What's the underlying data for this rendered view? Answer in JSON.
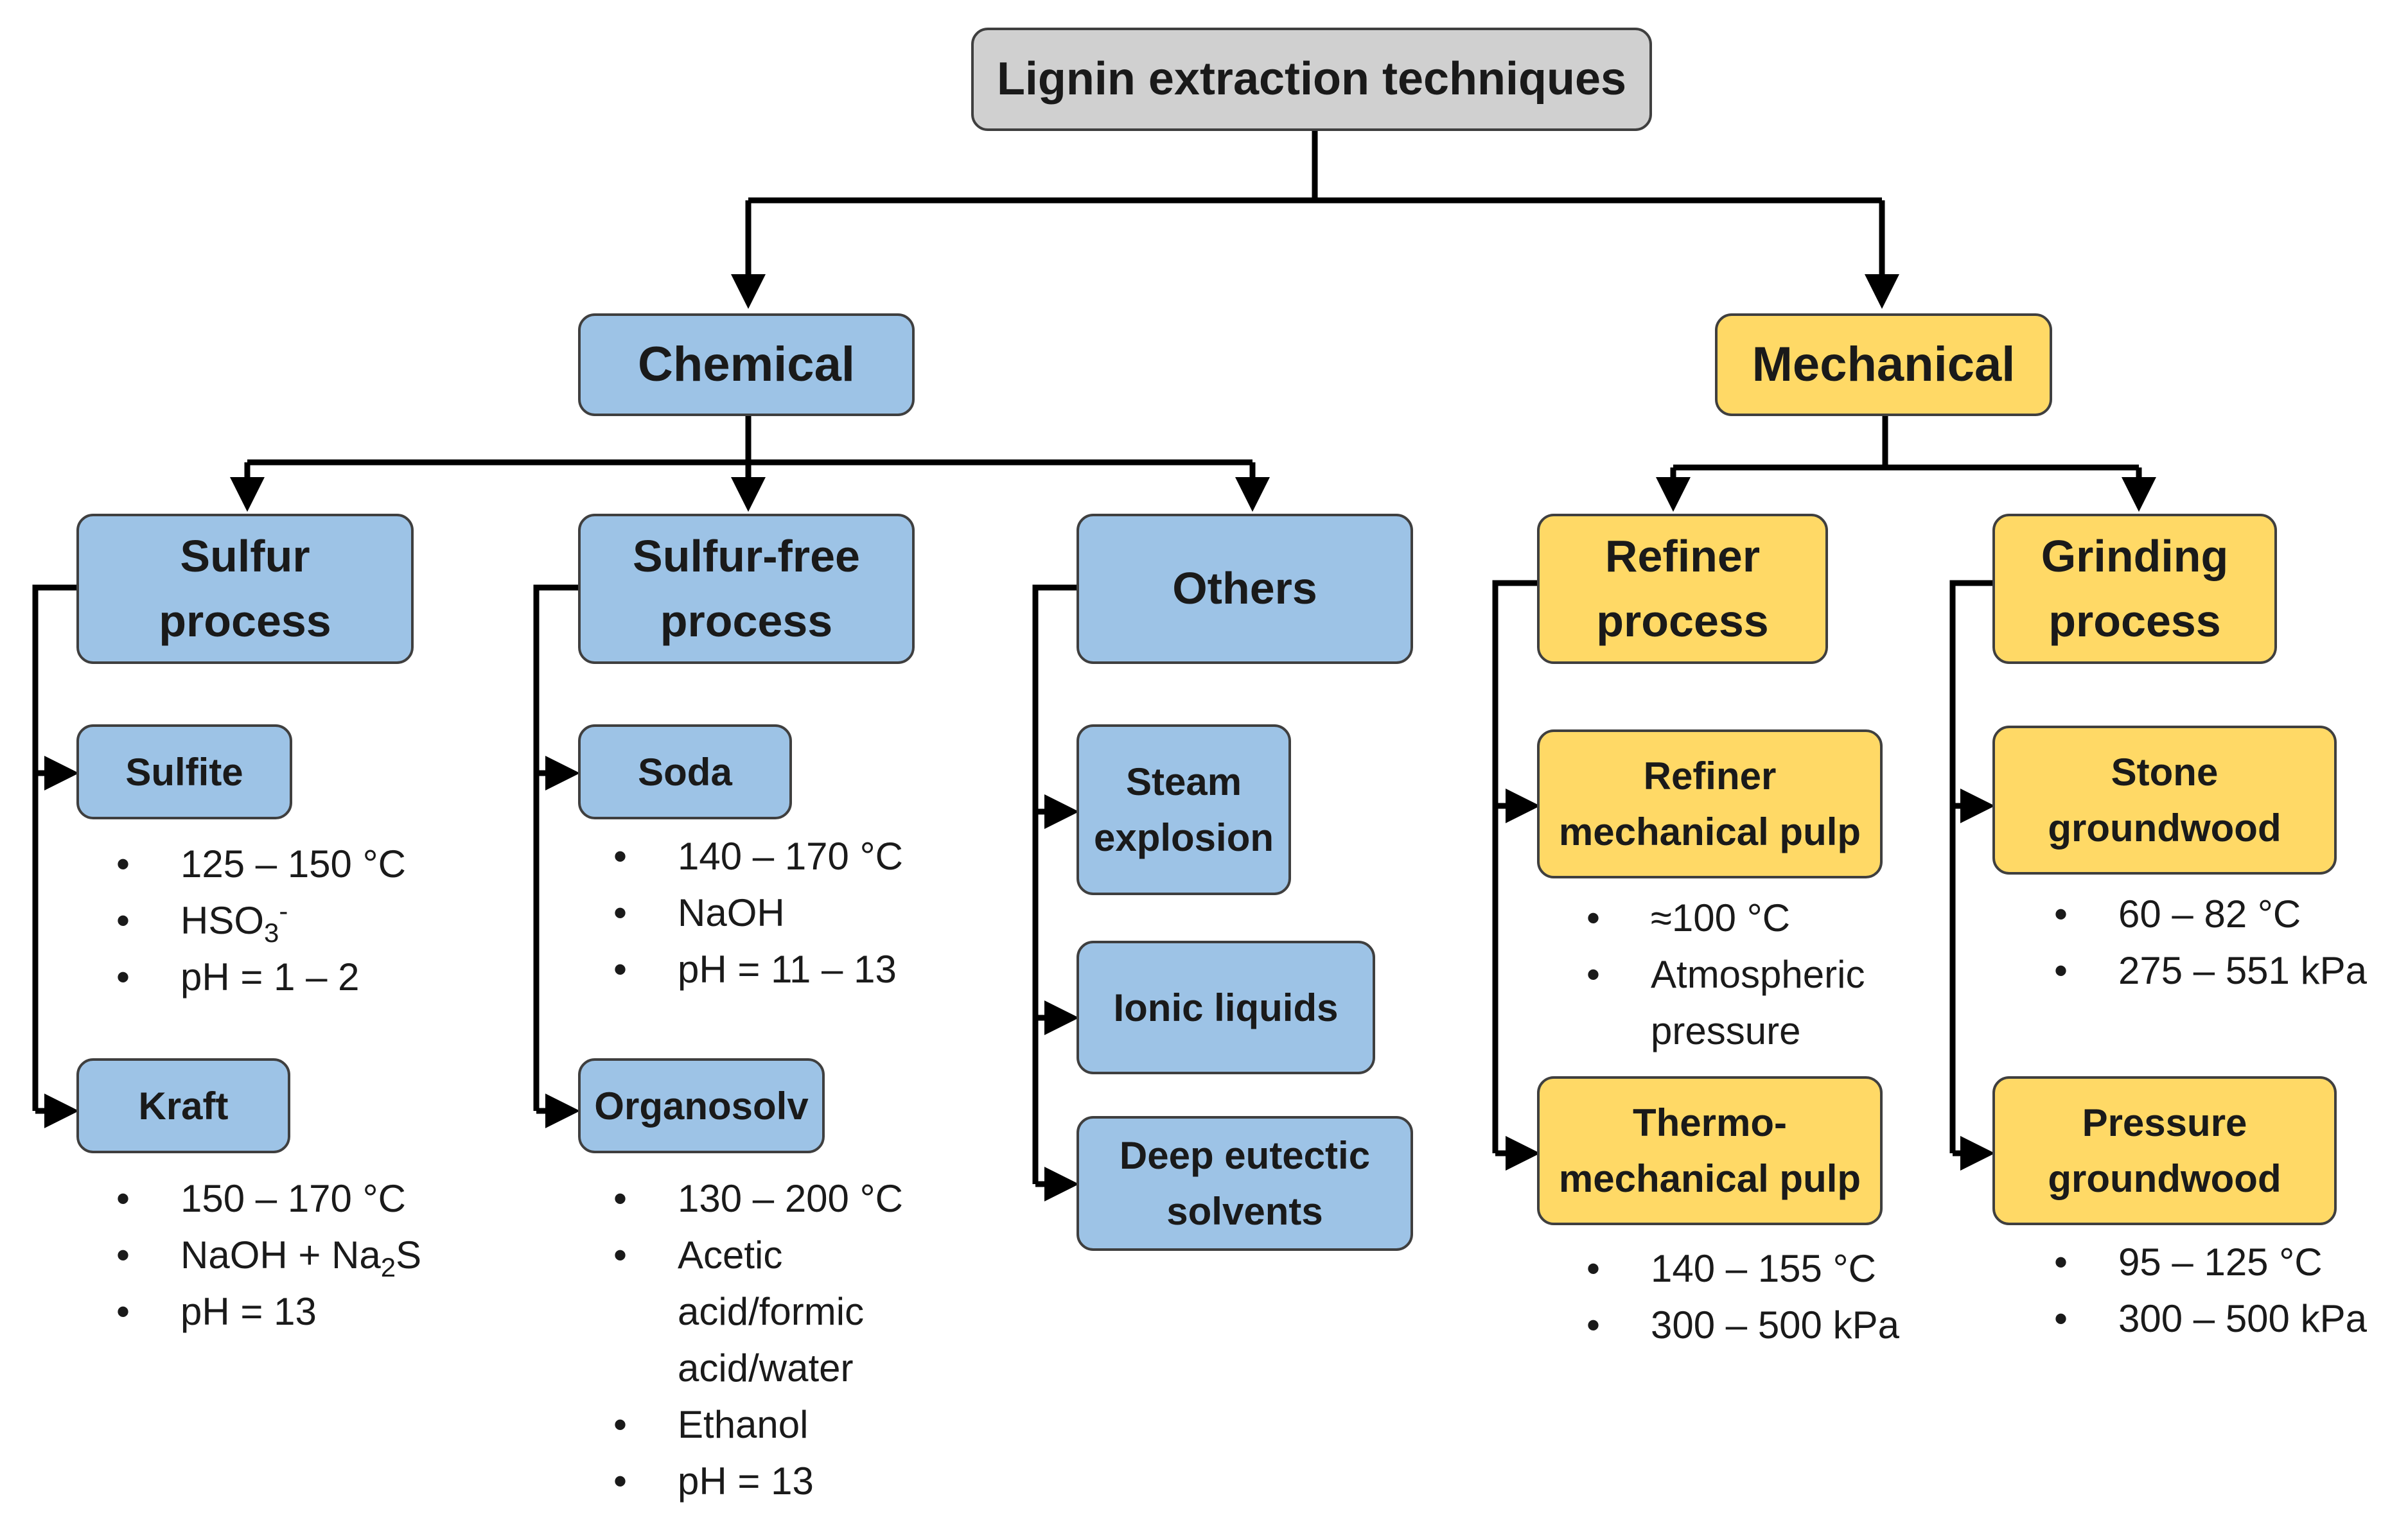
{
  "root": {
    "label": "Lignin extraction techniques"
  },
  "chemical": {
    "label": "Chemical",
    "sulfur": {
      "label_line1": "Sulfur",
      "label_line2": "process",
      "sulfite": {
        "label": "Sulfite",
        "b1": "125 – 150 °C",
        "b2_main": "HSO",
        "b2_sub": "3",
        "b2_sup": "-",
        "b3": "pH = 1 – 2"
      },
      "kraft": {
        "label": "Kraft",
        "b1": "150 – 170 °C",
        "b2_main": "NaOH + Na",
        "b2_sub": "2",
        "b2_tail": "S",
        "b3": "pH = 13"
      }
    },
    "sulfur_free": {
      "label_line1": "Sulfur-free",
      "label_line2": "process",
      "soda": {
        "label": "Soda",
        "b1": "140 – 170 °C",
        "b2": "NaOH",
        "b3": "pH = 11 – 13"
      },
      "organosolv": {
        "label": "Organosolv",
        "b1": "130 – 200 °C",
        "b2_line1": "Acetic",
        "b2_line2": "acid/formic",
        "b2_line3": "acid/water",
        "b3": "Ethanol",
        "b4": "pH = 13"
      }
    },
    "others": {
      "label": "Others",
      "steam_line1": "Steam",
      "steam_line2": "explosion",
      "ionic": "Ionic liquids",
      "deep_line1": "Deep eutectic",
      "deep_line2": "solvents"
    }
  },
  "mechanical": {
    "label": "Mechanical",
    "refiner": {
      "label_line1": "Refiner",
      "label_line2": "process",
      "rmp": {
        "label_line1": "Refiner",
        "label_line2": "mechanical pulp",
        "b1": "≈100 °C",
        "b2_line1": "Atmospheric",
        "b2_line2": "pressure"
      },
      "tmp": {
        "label_line1": "Thermo-",
        "label_line2": "mechanical pulp",
        "b1": "140 – 155 °C",
        "b2": "300 – 500 kPa"
      }
    },
    "grinding": {
      "label_line1": "Grinding",
      "label_line2": "process",
      "stone": {
        "label_line1": "Stone",
        "label_line2": "groundwood",
        "b1": "60 – 82 °C",
        "b2": "275 – 551 kPa"
      },
      "pressure": {
        "label_line1": "Pressure",
        "label_line2": "groundwood",
        "b1": "95 – 125 °C",
        "b2": "300 – 500 kPa"
      }
    }
  }
}
